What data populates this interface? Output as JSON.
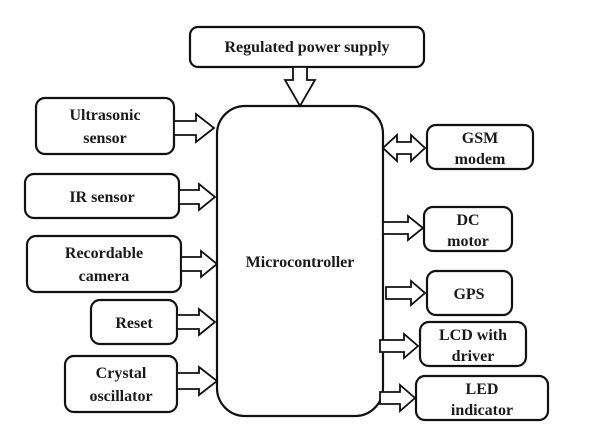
{
  "diagram": {
    "type": "block-diagram",
    "colors": {
      "stroke": "#111111",
      "fill": "#ffffff",
      "text": "#1a1a1a"
    },
    "center": {
      "id": "microcontroller",
      "label": "Microcontroller"
    },
    "top": {
      "id": "power",
      "label": [
        "Regulated power supply"
      ],
      "direction": "in"
    },
    "inputs": [
      {
        "id": "ultrasonic",
        "label": [
          "Ultrasonic",
          "sensor"
        ],
        "direction": "in"
      },
      {
        "id": "ir",
        "label": [
          "IR sensor"
        ],
        "direction": "in"
      },
      {
        "id": "camera",
        "label": [
          "Recordable",
          "camera"
        ],
        "direction": "in"
      },
      {
        "id": "reset",
        "label": [
          "Reset"
        ],
        "direction": "in"
      },
      {
        "id": "crystal",
        "label": [
          "Crystal",
          "oscillator"
        ],
        "direction": "in"
      }
    ],
    "outputs": [
      {
        "id": "gsm",
        "label": [
          "GSM",
          "modem"
        ],
        "direction": "bidirectional"
      },
      {
        "id": "dc",
        "label": [
          "DC",
          "motor"
        ],
        "direction": "out"
      },
      {
        "id": "gps",
        "label": [
          "GPS"
        ],
        "direction": "out"
      },
      {
        "id": "lcd",
        "label": [
          "LCD with",
          "driver"
        ],
        "direction": "out"
      },
      {
        "id": "led",
        "label": [
          "LED",
          "indicator"
        ],
        "direction": "out"
      }
    ]
  }
}
